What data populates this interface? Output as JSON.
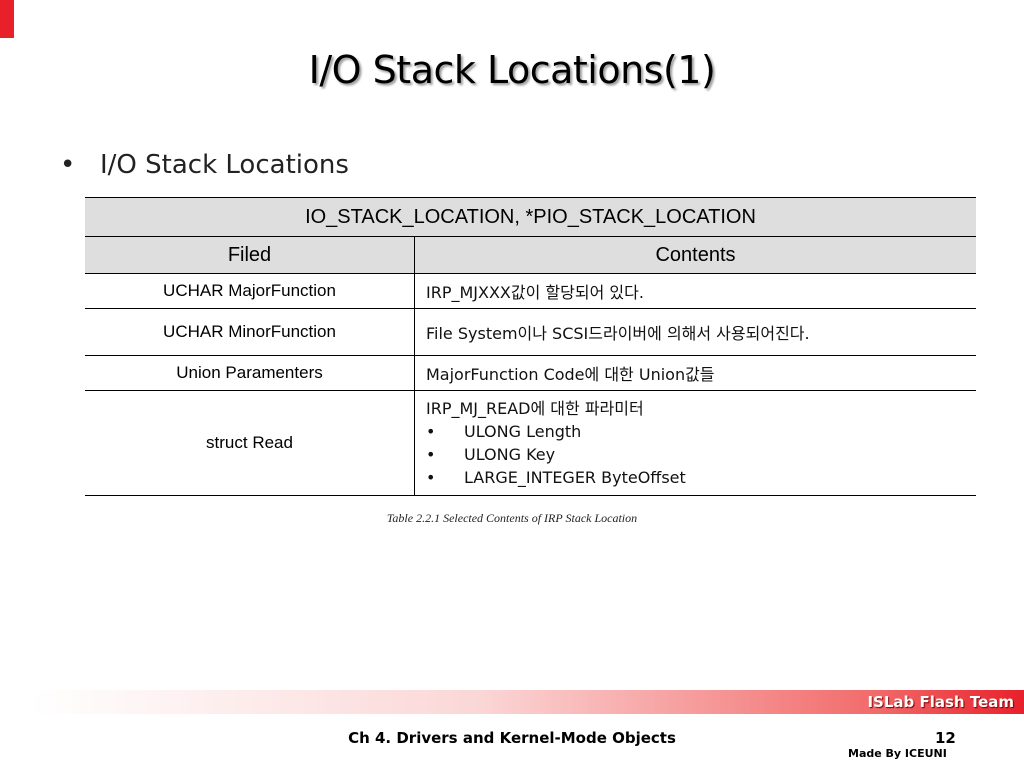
{
  "slide": {
    "title": "I/O Stack Locations(1)",
    "bullet": "I/O Stack Locations",
    "bullet_symbol": "•"
  },
  "table": {
    "title": "IO_STACK_LOCATION, *PIO_STACK_LOCATION",
    "headers": [
      "Filed",
      "Contents"
    ],
    "rows": [
      {
        "field": "UCHAR MajorFunction",
        "contents": "IRP_MJXXX값이 할당되어 있다."
      },
      {
        "field": "UCHAR MinorFunction",
        "contents": "File System이나 SCSI드라이버에 의해서 사용되어진다."
      },
      {
        "field": "Union Paramenters",
        "contents": "MajorFunction Code에 대한 Union값들"
      },
      {
        "field": "struct Read",
        "contents": "IRP_MJ_READ에 대한 파라미터",
        "items": [
          "ULONG Length",
          "ULONG Key",
          "LARGE_INTEGER ByteOffset"
        ]
      }
    ],
    "caption": "Table 2.2.1 Selected Contents of IRP Stack Location"
  },
  "footer": {
    "team": "ISLab Flash Team",
    "chapter": "Ch 4. Drivers and Kernel-Mode Objects",
    "page": "12",
    "made_by": "Made By ICEUNI"
  },
  "colors": {
    "accent": "#e8202a",
    "header_bg": "#dedede"
  }
}
